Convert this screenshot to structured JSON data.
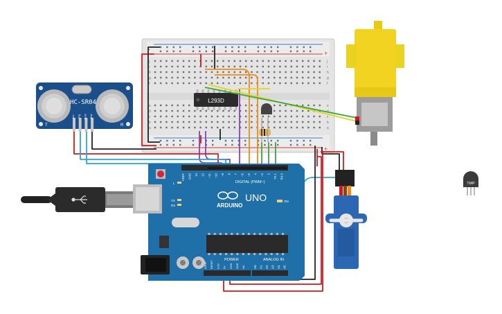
{
  "sensor": {
    "label": "HC-SR04",
    "pins": [
      "Vcc",
      "Trig",
      "Echo",
      "Gnd"
    ],
    "corner_left": "T",
    "corner_right": "R"
  },
  "breadboard": {
    "plus": "+",
    "minus": "-",
    "row_letters_top": [
      "j",
      "i",
      "h",
      "g",
      "f"
    ],
    "row_letters_bottom": [
      "e",
      "d",
      "c",
      "b",
      "a"
    ]
  },
  "chip": {
    "label": "L293D"
  },
  "arduino": {
    "brand": "ARDUINO",
    "model": "UNO",
    "digital_label": "DIGITAL (PWM~)",
    "power_label": "POWER",
    "analog_label": "ANALOG IN",
    "on_label": "ON",
    "l_label": "L",
    "tx_label": "TX",
    "rx_label": "RX",
    "digital_pins": [
      "AREF",
      "GND",
      "13",
      "12",
      "~11",
      "~10",
      "~9",
      "8",
      "7",
      "~6",
      "~5",
      "4",
      "~3",
      "2",
      "TX 1",
      "RX 0"
    ],
    "power_pins": [
      "IOREF",
      "RESET",
      "3.3V",
      "5V",
      "GND",
      "GND",
      "Vin"
    ],
    "analog_pins": [
      "A0",
      "A1",
      "A2",
      "A3",
      "A4",
      "A5"
    ]
  },
  "temp_sensor": {
    "label": "TMP"
  },
  "colors": {
    "breadboard": "#e6e6e6",
    "arduino": "#1f6fa8",
    "servo": "#2b67b3",
    "motor": "#f2d321",
    "sensor": "#1b4f8c",
    "wire_red": "#d5171c",
    "wire_black": "#222222",
    "wire_blue": "#2aa6d8",
    "wire_purple": "#8b3fb7",
    "wire_orange": "#ef8a17",
    "wire_green": "#3aa641",
    "wire_yellow": "#e6d51c"
  }
}
